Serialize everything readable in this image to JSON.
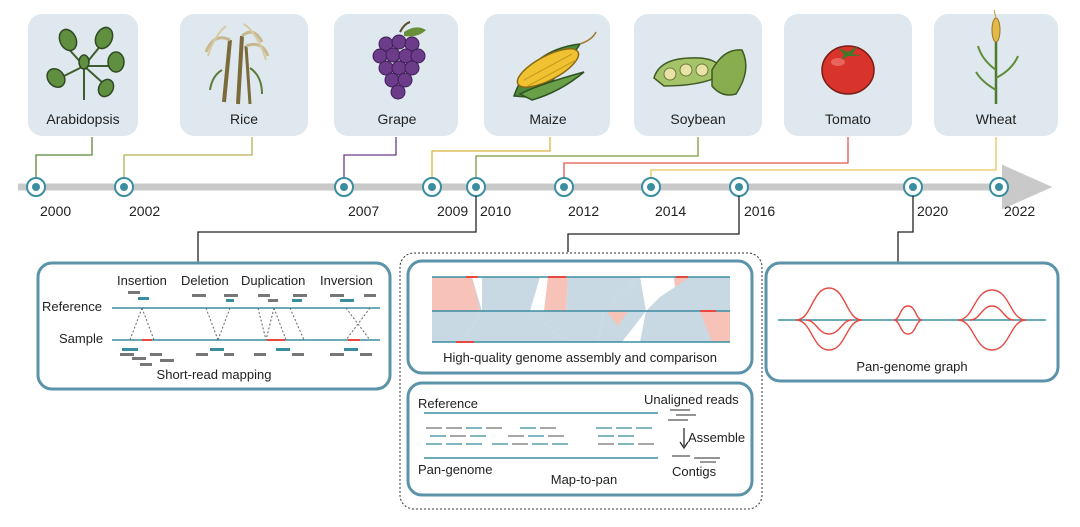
{
  "crops": [
    {
      "name": "Arabidopsis",
      "year": "2000",
      "color": "#5a8a3a"
    },
    {
      "name": "Rice",
      "year": "2002",
      "color": "#b9ad55"
    },
    {
      "name": "Grape",
      "year": "2007",
      "color": "#6c3b8a"
    },
    {
      "name": "Maize",
      "year": "2009",
      "color": "#d8b441"
    },
    {
      "name": "Soybean",
      "year": "2010",
      "color": "#7c9a3c"
    },
    {
      "name": "Tomato",
      "year": "2012",
      "color": "#e2554a"
    },
    {
      "name": "Wheat",
      "year": "2014",
      "color": "#e9c35a"
    }
  ],
  "timeline": {
    "years": [
      "2000",
      "2002",
      "2007",
      "2009",
      "2010",
      "2012",
      "2014",
      "2016",
      "2020",
      "2022"
    ]
  },
  "panels": {
    "short_read": {
      "title": "Short-read mapping",
      "reference_label": "Reference",
      "sample_label": "Sample",
      "sv_types": [
        "Insertion",
        "Deletion",
        "Duplication",
        "Inversion"
      ]
    },
    "assembly": {
      "title": "High-quality genome assembly and comparison"
    },
    "map_to_pan": {
      "title": "Map-to-pan",
      "reference_label": "Reference",
      "pangenome_label": "Pan-genome",
      "unaligned_label": "Unaligned reads",
      "assemble_label": "Assemble",
      "contigs_label": "Contigs"
    },
    "graph": {
      "title": "Pan-genome graph"
    }
  },
  "colors": {
    "card_bg": "#dfe8ee",
    "panel_border": "#5b93a8",
    "axis": "#c9c9c9",
    "teal_line": "#3a8ea0",
    "red": "#e8483f",
    "pink": "#f7c2b8",
    "blue_fill": "#c9d9e4"
  },
  "icons": [
    "arabidopsis-icon",
    "rice-icon",
    "grape-icon",
    "maize-icon",
    "soybean-icon",
    "tomato-icon",
    "wheat-icon"
  ]
}
